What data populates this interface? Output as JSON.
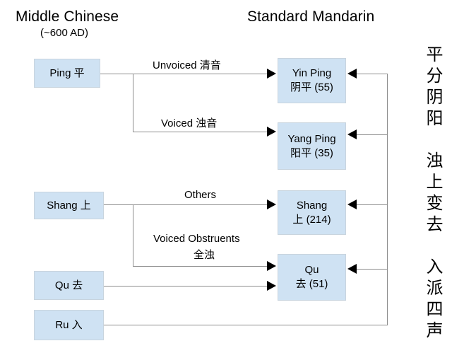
{
  "headers": {
    "left_title": "Middle Chinese",
    "left_subtitle": "(~600 AD)",
    "right_title": "Standard Mandarin"
  },
  "source_nodes": [
    {
      "id": "ping",
      "label": "Ping 平"
    },
    {
      "id": "shang",
      "label": "Shang 上"
    },
    {
      "id": "qu",
      "label": "Qu 去"
    },
    {
      "id": "ru",
      "label": "Ru 入"
    }
  ],
  "target_nodes": [
    {
      "id": "yinping",
      "line1": "Yin Ping",
      "line2": "阴平 (55)"
    },
    {
      "id": "yangping",
      "line1": "Yang Ping",
      "line2": "阳平 (35)"
    },
    {
      "id": "shang_m",
      "line1": "Shang",
      "line2": "上 (214)"
    },
    {
      "id": "qu_m",
      "line1": "Qu",
      "line2": "去 (51)"
    }
  ],
  "edge_labels": [
    {
      "id": "unvoiced",
      "text": "Unvoiced 清音"
    },
    {
      "id": "voiced",
      "text": "Voiced 浊音"
    },
    {
      "id": "others",
      "text": "Others"
    },
    {
      "id": "voiced-obstruents-line1",
      "text": "Voiced Obstruents"
    },
    {
      "id": "voiced-obstruents-line2",
      "text": "全浊"
    }
  ],
  "right_column": [
    {
      "id": "rule-1",
      "text": "平分阴阳"
    },
    {
      "id": "rule-2",
      "text": "浊上变去"
    },
    {
      "id": "rule-3",
      "text": "入派四声"
    }
  ],
  "colors": {
    "node_fill": "#cfe2f3",
    "node_border": "#c8d4de",
    "line": "#8d8d8d",
    "arrow": "#000000",
    "text": "#000000",
    "background": "#ffffff"
  }
}
